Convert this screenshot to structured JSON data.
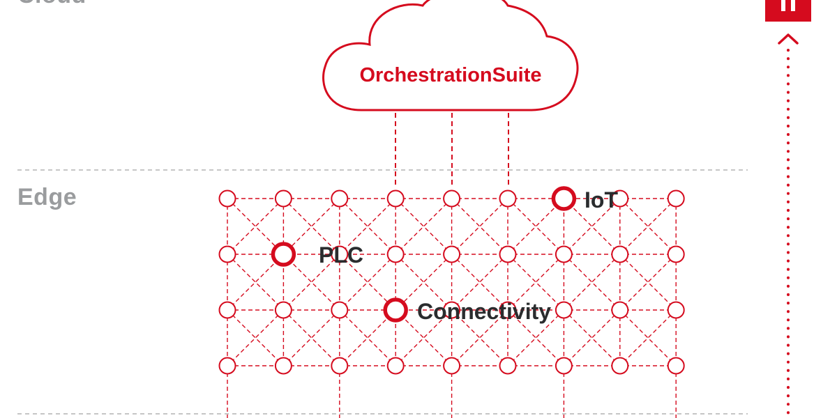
{
  "layers": {
    "cloud_label": "Cloud",
    "edge_label": "Edge"
  },
  "cloud": {
    "title": "OrchestrationSuite"
  },
  "features": [
    {
      "label": "IoT",
      "row": 0,
      "col": 6
    },
    {
      "label": "PLC",
      "row": 1,
      "col": 1
    },
    {
      "label": "Connectivity",
      "row": 2,
      "col": 3
    }
  ],
  "grid": {
    "rows": 4,
    "cols": 9
  },
  "colors": {
    "accent": "#d50b1e",
    "label_gray": "#9a9c9e",
    "text_dark": "#2a2c2e",
    "divider": "#b4b4b4"
  },
  "icons": {
    "badge": "flag-badge-icon",
    "arrow": "arrow-up-icon"
  }
}
